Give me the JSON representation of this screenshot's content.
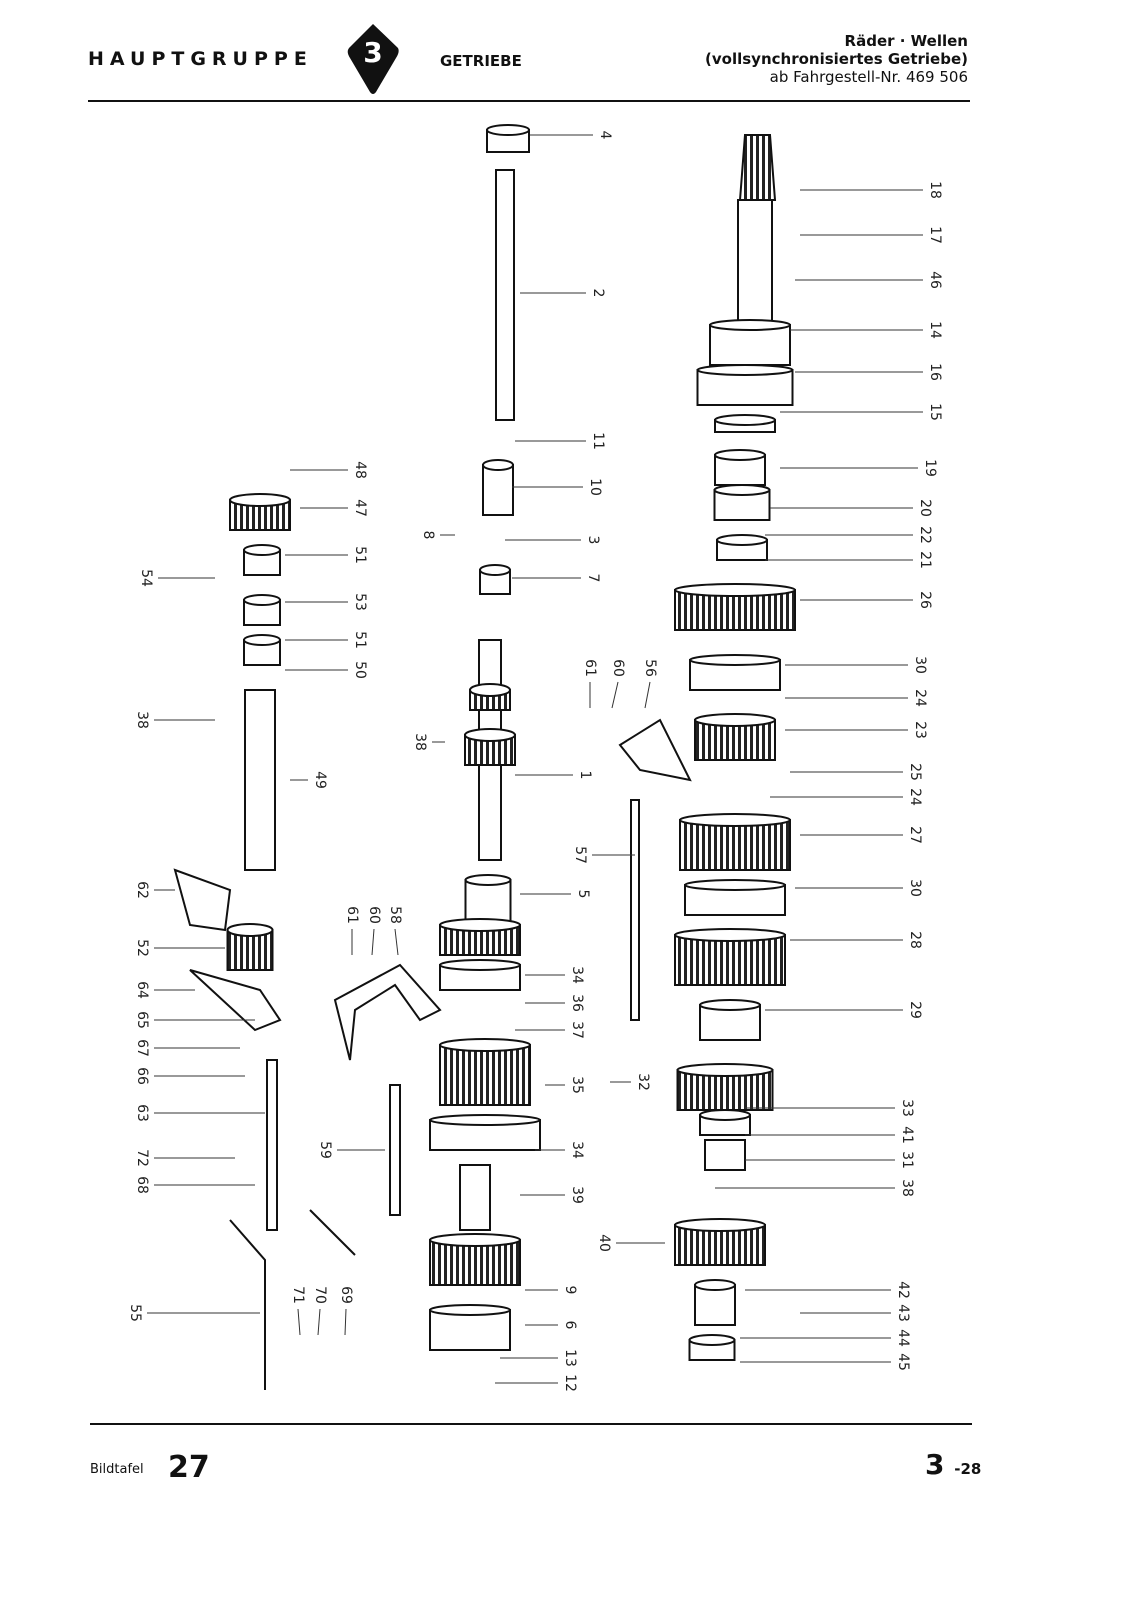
{
  "header": {
    "group": "HAUPTGRUPPE",
    "group_number": "3",
    "section": "GETRIEBE",
    "title_line1": "Räder · Wellen",
    "title_line2": "(vollsynchronisiertes Getriebe)",
    "title_line3": "ab Fahrgestell-Nr. 469 506"
  },
  "callouts": [
    "4",
    "2",
    "11",
    "10",
    "3",
    "7",
    "8",
    "38",
    "1",
    "5",
    "34",
    "36",
    "37",
    "35",
    "34",
    "39",
    "9",
    "6",
    "13",
    "12",
    "32",
    "40",
    "18",
    "17",
    "46",
    "14",
    "16",
    "15",
    "19",
    "20",
    "22",
    "21",
    "26",
    "30",
    "24",
    "23",
    "25",
    "24",
    "27",
    "30",
    "28",
    "29",
    "33",
    "41",
    "31",
    "38",
    "42",
    "43",
    "44",
    "45",
    "61",
    "60",
    "56",
    "57",
    "48",
    "47",
    "51",
    "53",
    "51",
    "50",
    "49",
    "54",
    "38",
    "62",
    "52",
    "64",
    "65",
    "67",
    "66",
    "63",
    "72",
    "68",
    "55",
    "61",
    "60",
    "58",
    "59",
    "71",
    "70",
    "69"
  ],
  "footer": {
    "plate_label": "Bildtafel",
    "plate_number": "27",
    "page_main": "3",
    "page_sub": "-28"
  }
}
